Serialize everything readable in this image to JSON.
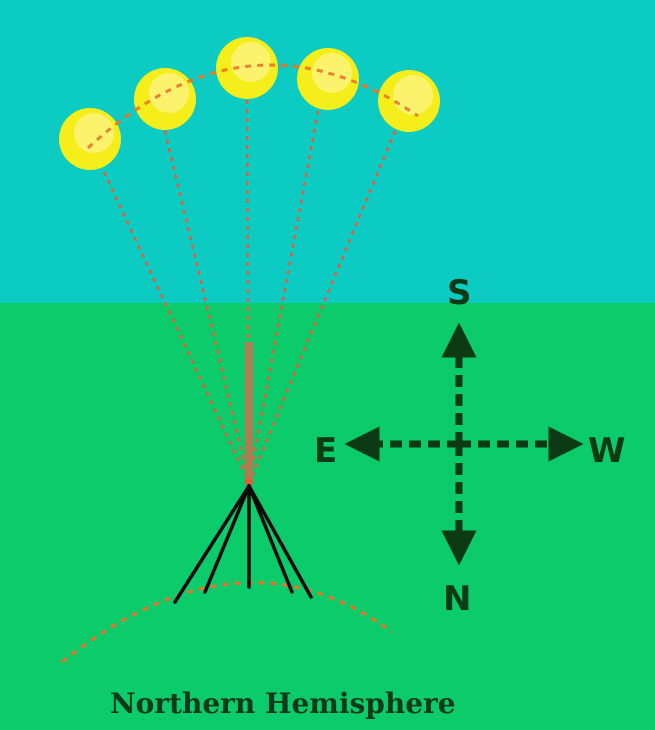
{
  "colors": {
    "sky": "#0ccbc2",
    "ground": "#0ccb6a",
    "sun_outer": "#f6ee1a",
    "sun_inner": "#fbf36c",
    "sun_path": "#e8742c",
    "ray": "#e85a38",
    "stick": "#b07a52",
    "shadow": "#0a0a0a",
    "compass": "#0b3a14",
    "caption": "#0d3a1a"
  },
  "compass": {
    "south": "S",
    "north": "N",
    "east": "E",
    "west": "W"
  },
  "caption": "Northern Hemisphere",
  "sun_count": 5,
  "icons": [
    "sun-icon",
    "stick-icon",
    "shadow-lines",
    "compass-arrows"
  ]
}
